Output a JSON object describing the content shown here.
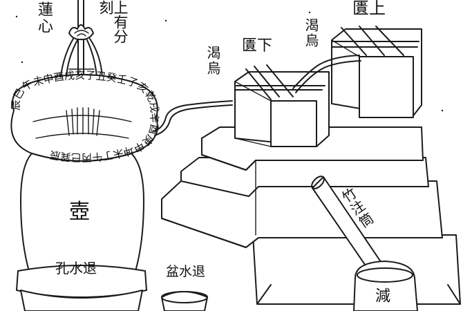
{
  "labels": {
    "lotus_heart": "蓮心",
    "up_arrow_scale": "上有分刻",
    "siphon_left": "渴烏",
    "lower_cabinet": "下匱",
    "siphon_right": "渴烏",
    "upper_cabinet": "上匱",
    "pot": "壺",
    "outflow_hole": "退水孔",
    "outflow_basin": "退水盆",
    "bamboo_tube": "竹注筒",
    "reducer": "減"
  },
  "dial_ring_text": "辰巳午未申酉戌亥子丑癸壬子亥乾戌辛酉庚申坤未丁午丙巳巽辰",
  "colors": {
    "ink": "#1a1a1a",
    "paper": "#ffffff"
  }
}
